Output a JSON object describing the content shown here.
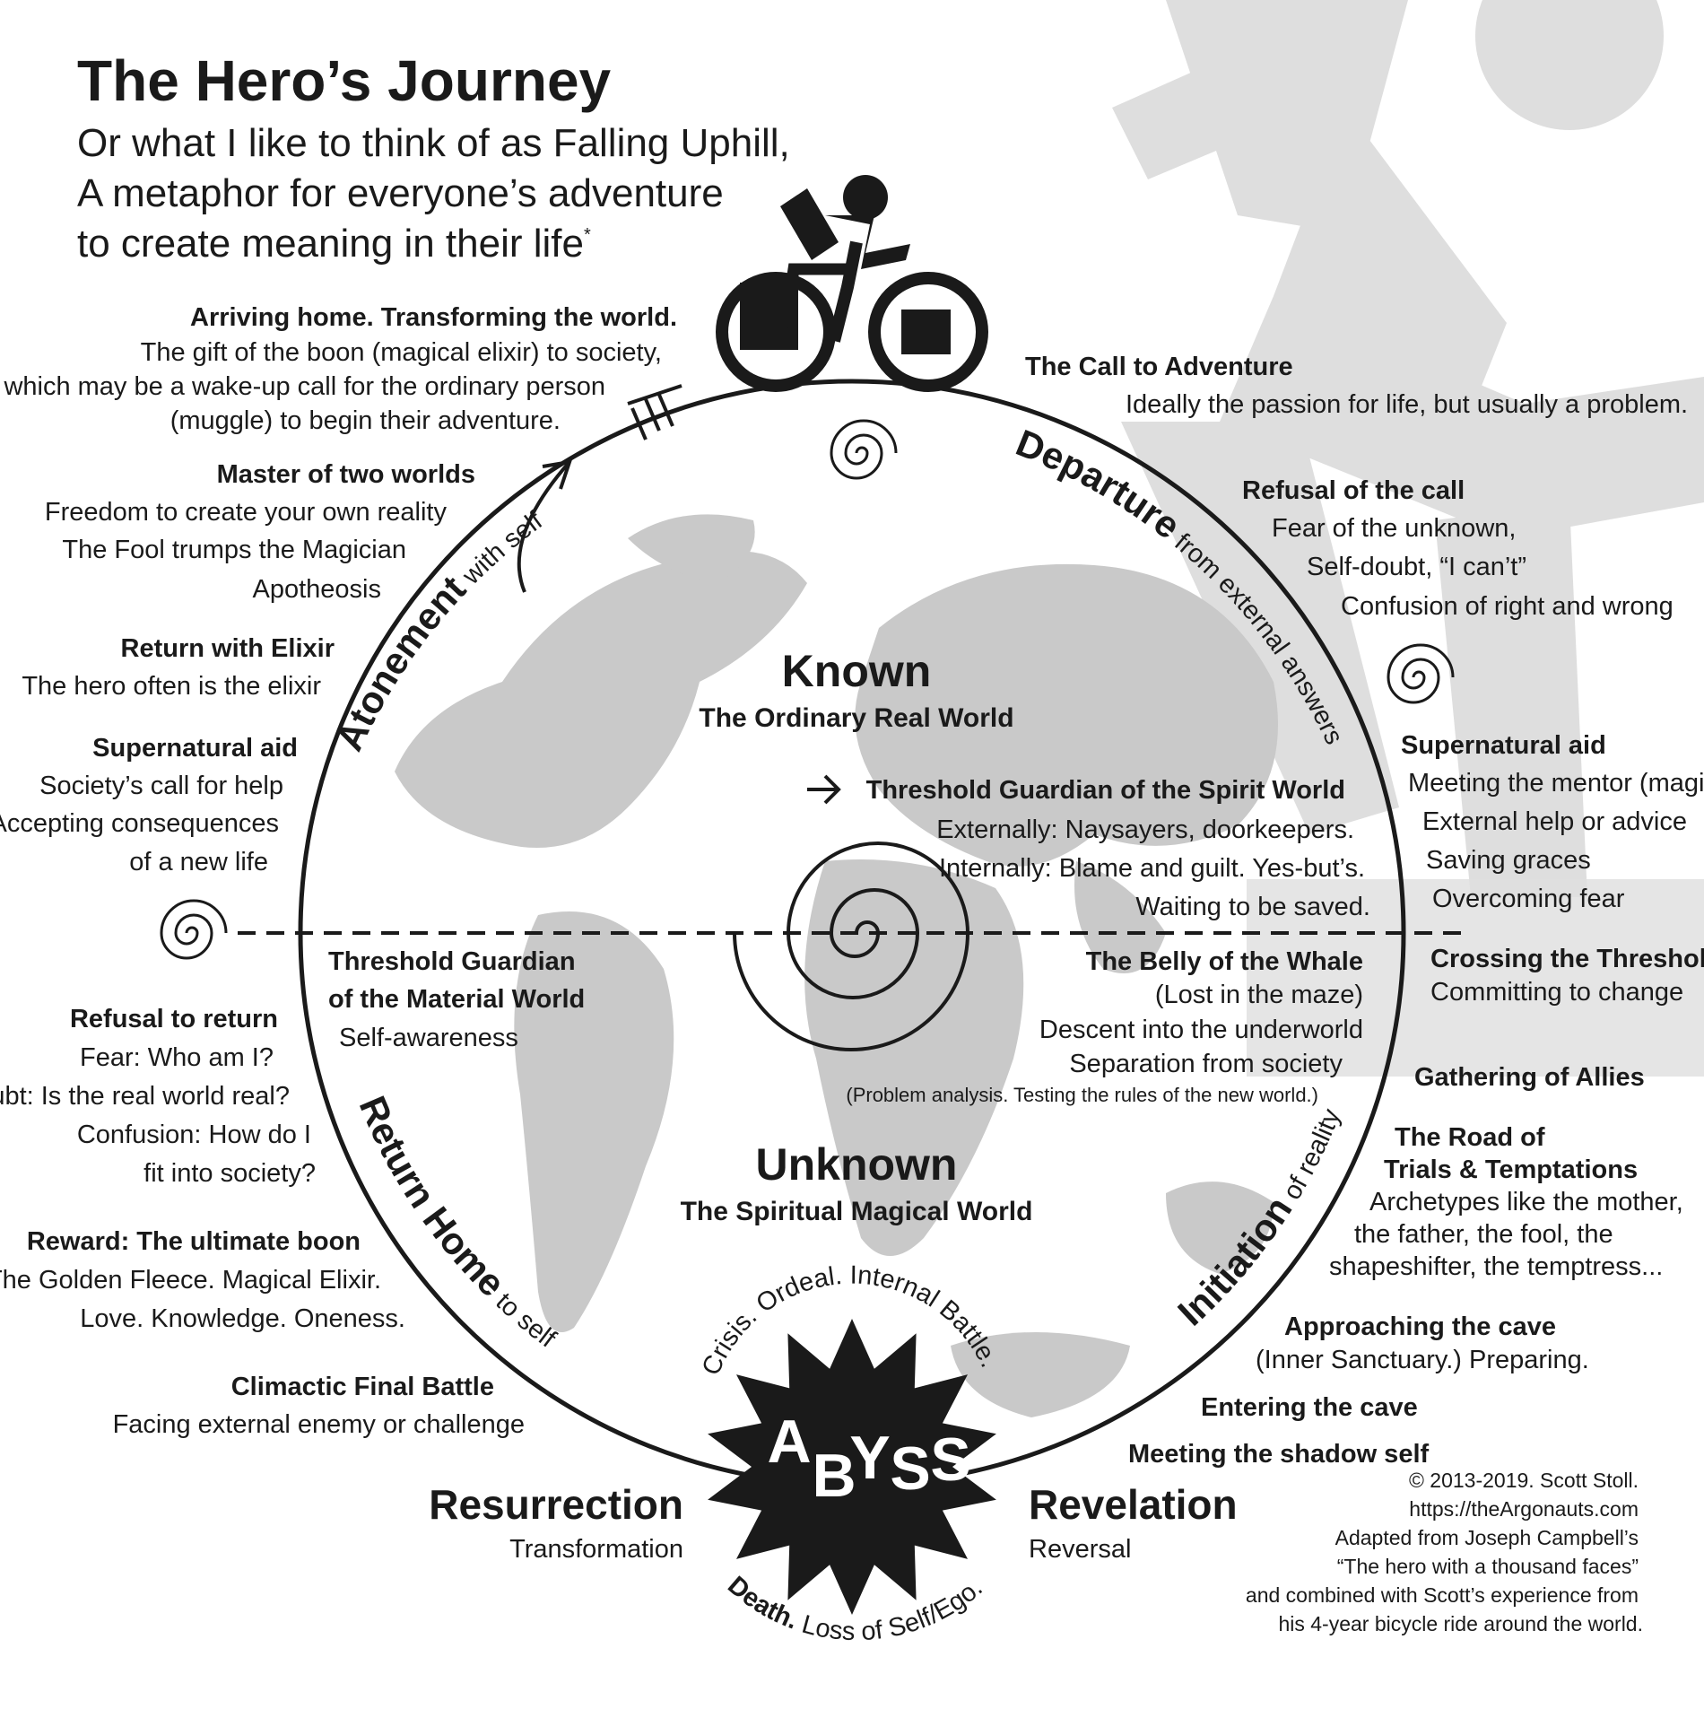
{
  "title": "The Hero’s Journey",
  "subtitle_lines": [
    "Or what I like to think of as Falling Uphill,",
    "A metaphor for everyone’s adventure",
    "to create meaning in their life"
  ],
  "subtitle_mark": "*",
  "center": {
    "known": "Known",
    "known_sub": "The Ordinary Real World",
    "unknown": "Unknown",
    "unknown_sub": "The Spiritual Magical World"
  },
  "arcs": {
    "departure": "Departure",
    "departure_sub": "from external answers",
    "initiation": "Initiation",
    "initiation_sub": "of reality",
    "return_home": "Return Home",
    "return_home_sub": "to self",
    "atonement": "Atonement",
    "atonement_sub": "with self",
    "crisis": "Crisis. Ordeal. Internal Battle.",
    "death": "Death.",
    "death_sub": "Loss of Self/Ego."
  },
  "abyss": [
    "A",
    "B",
    "Y",
    "S",
    "S"
  ],
  "left_notes": {
    "arriving": {
      "head": "Arriving home. Transforming the world.",
      "lines": [
        "The gift of the boon (magical elixir) to society,",
        "which may be a wake-up call for the ordinary person",
        "(muggle) to begin their adventure."
      ]
    },
    "master": {
      "head": "Master of two worlds",
      "lines": [
        "Freedom to create your own reality",
        "The Fool trumps the Magician",
        "Apotheosis"
      ]
    },
    "return_elixir": {
      "head": "Return with Elixir",
      "lines": [
        "The hero often is the elixir"
      ]
    },
    "supernatural_left": {
      "head": "Supernatural aid",
      "lines": [
        "Society’s call for help",
        "Accepting consequences",
        "of a new life"
      ]
    },
    "refusal_return": {
      "head": "Refusal to return",
      "lines": [
        "Fear: Who am I?",
        "Doubt: Is the real world real?",
        "Confusion:  How do I",
        "fit into society?"
      ]
    },
    "reward": {
      "head": "Reward: The ultimate boon",
      "lines": [
        "The Golden Fleece. Magical Elixir.",
        "Love. Knowledge. Oneness."
      ]
    },
    "climactic": {
      "head": "Climactic Final Battle",
      "lines": [
        "Facing external enemy or challenge"
      ]
    }
  },
  "right_notes": {
    "call": {
      "head": "The Call to Adventure",
      "lines": [
        "Ideally the passion for life, but usually a problem."
      ]
    },
    "refusal_call": {
      "head": "Refusal of the call",
      "lines": [
        "Fear of the unknown,",
        "Self-doubt, “I can’t”",
        "Confusion of right and wrong"
      ]
    },
    "supernatural_right": {
      "head": "Supernatural aid",
      "lines": [
        "Meeting the mentor (magician)",
        "External help or advice",
        "Saving graces",
        "Overcoming fear"
      ]
    },
    "crossing": {
      "head": "Crossing the Threshold",
      "lines": [
        "Committing to change"
      ]
    },
    "allies": {
      "head": "Gathering of Allies",
      "lines": []
    },
    "road": {
      "head_lines": [
        "The Road of",
        "Trials & Temptations"
      ],
      "lines": [
        "Archetypes like the mother,",
        "the father, the fool, the",
        "shapeshifter, the temptress..."
      ]
    },
    "approaching": {
      "head": "Approaching the cave",
      "lines": [
        "(Inner Sanctuary.) Preparing."
      ]
    },
    "entering": {
      "head": "Entering the cave",
      "lines": []
    },
    "meeting_shadow": {
      "head": "Meeting the shadow self",
      "lines": []
    }
  },
  "inner_notes": {
    "spirit_guardian": {
      "head": "Threshold Guardian of the Spirit World",
      "lines": [
        "Externally: Naysayers, doorkeepers.",
        "Internally: Blame and guilt. Yes-but’s.",
        "Waiting to be saved."
      ]
    },
    "material_guardian": {
      "head_lines": [
        "Threshold Guardian",
        "of the Material World"
      ],
      "lines": [
        "Self-awareness"
      ]
    },
    "belly": {
      "head": "The  Belly of the Whale",
      "lines": [
        "(Lost in the maze)",
        "Descent into the underworld",
        "Separation from society"
      ],
      "note": "(Problem analysis. Testing the rules of the new world.)"
    }
  },
  "bottom": {
    "resurrection": "Resurrection",
    "resurrection_sub": "Transformation",
    "revelation": "Revelation",
    "revelation_sub": "Reversal"
  },
  "credits": [
    "© 2013-2019. Scott Stoll.",
    "https://theArgonauts.com",
    "Adapted from Joseph Campbell’s",
    "“The hero with a thousand faces”",
    "and combined with Scott’s experience from",
    "his 4-year bicycle ride around the world."
  ],
  "icons": [
    "cyclist-icon",
    "spiral-icon",
    "arrow-icon",
    "globe-map",
    "watermark-cyclist-icon"
  ],
  "colors": {
    "ink": "#1a1a1a",
    "map": "#c9c9c9",
    "watermark": "#dedede",
    "background": "#ffffff"
  }
}
